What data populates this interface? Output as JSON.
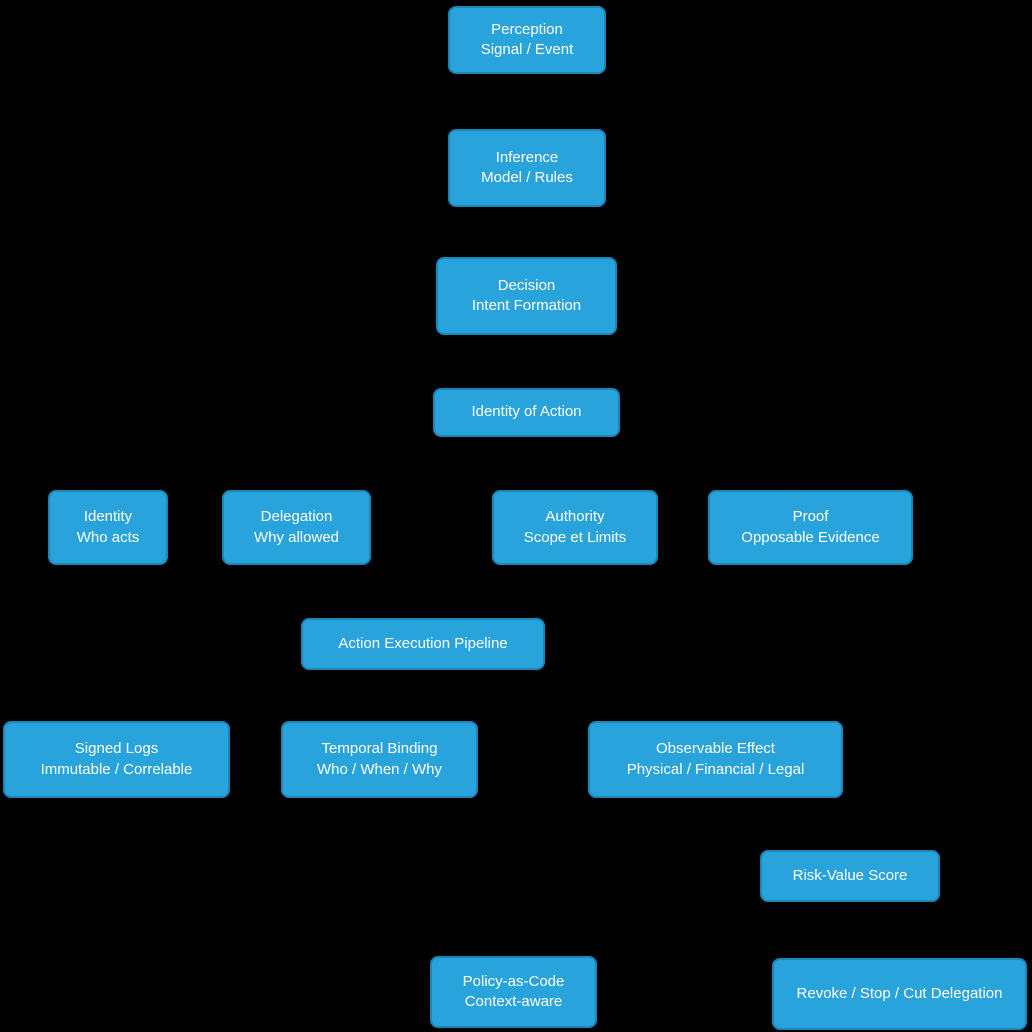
{
  "diagram": {
    "background_color": "#000000",
    "node_fill_color": "#29a3dc",
    "node_border_color": "#1d86b8",
    "node_text_color": "#ffffff",
    "nodes": [
      {
        "id": "perception",
        "line1": "Perception",
        "line2": "Signal / Event"
      },
      {
        "id": "inference",
        "line1": "Inference",
        "line2": "Model / Rules"
      },
      {
        "id": "decision",
        "line1": "Decision",
        "line2": "Intent Formation"
      },
      {
        "id": "identity-of-action",
        "line1": "Identity of Action"
      },
      {
        "id": "identity",
        "line1": "Identity",
        "line2": "Who acts"
      },
      {
        "id": "delegation",
        "line1": "Delegation",
        "line2": "Why allowed"
      },
      {
        "id": "authority",
        "line1": "Authority",
        "line2": "Scope et Limits"
      },
      {
        "id": "proof",
        "line1": "Proof",
        "line2": "Opposable Evidence"
      },
      {
        "id": "action-execution-pipeline",
        "line1": "Action Execution Pipeline"
      },
      {
        "id": "signed-logs",
        "line1": "Signed Logs",
        "line2": "Immutable / Correlable"
      },
      {
        "id": "temporal-binding",
        "line1": "Temporal Binding",
        "line2": "Who / When / Why"
      },
      {
        "id": "observable-effect",
        "line1": "Observable Effect",
        "line2": "Physical / Financial / Legal"
      },
      {
        "id": "risk-value-score",
        "line1": "Risk-Value Score"
      },
      {
        "id": "policy-as-code",
        "line1": "Policy-as-Code",
        "line2": "Context-aware"
      },
      {
        "id": "revoke-stop-cut-delegation",
        "line1": "Revoke / Stop / Cut Delegation"
      }
    ]
  }
}
